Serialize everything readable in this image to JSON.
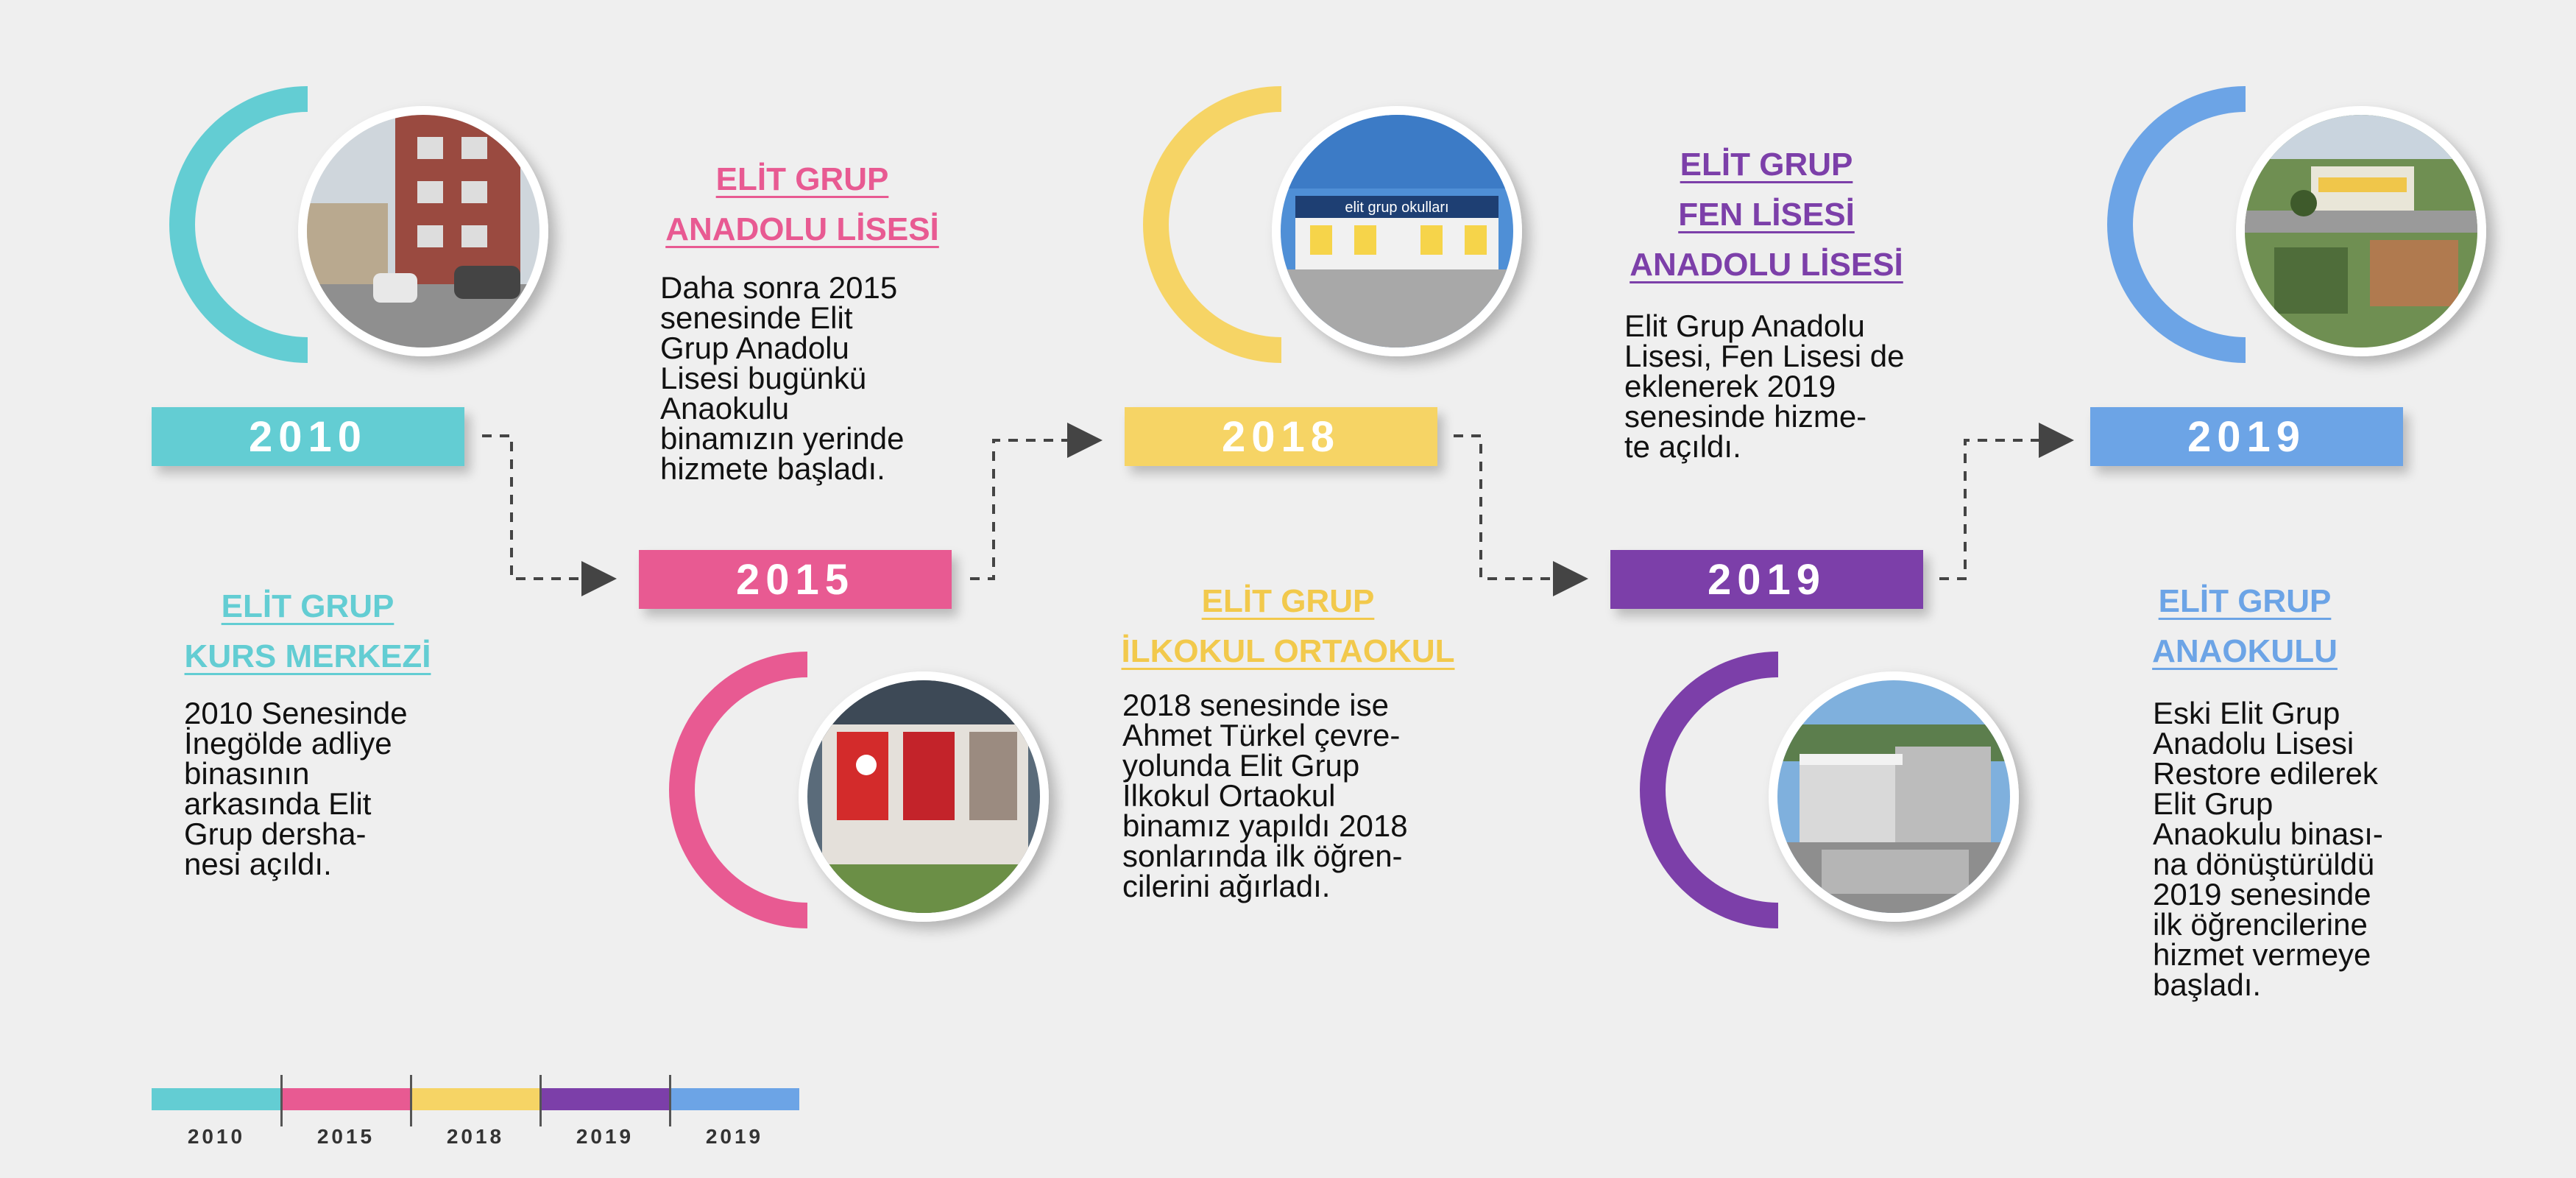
{
  "colors": {
    "teal": "#63CDD3",
    "pink": "#E85A92",
    "yellow": "#F6D465",
    "purple": "#7C3FA9",
    "blue": "#6CA4E6",
    "background": "#EFEFEF"
  },
  "milestones": [
    {
      "year": "2010",
      "heading": [
        "ELİT GRUP",
        "KURS MERKEZİ"
      ],
      "text": [
        "2010 Senesinde",
        "İnegölde adliye",
        "binasının",
        "arkasında Elit",
        "Grup dersha-",
        "nesi açıldı."
      ]
    },
    {
      "year": "2015",
      "heading": [
        "ELİT GRUP",
        "ANADOLU LİSESİ"
      ],
      "text": [
        "Daha sonra 2015",
        "senesinde Elit",
        "Grup Anadolu",
        "Lisesi bugünkü",
        "Anaokulu",
        "binamızın yerinde",
        "hizmete başladı."
      ]
    },
    {
      "year": "2018",
      "heading": [
        "ELİT GRUP",
        "İLKOKUL ORTAOKUL"
      ],
      "text": [
        "2018 senesinde ise",
        "Ahmet Türkel çevre-",
        "yolunda Elit Grup",
        "İlkokul Ortaokul",
        "binamız yapıldı 2018",
        "sonlarında ilk öğren-",
        "cilerini ağırladı."
      ]
    },
    {
      "year": "2019",
      "heading": [
        "ELİT GRUP",
        "FEN LİSESİ",
        "ANADOLU LİSESİ"
      ],
      "text": [
        "Elit Grup Anadolu",
        "Lisesi, Fen Lisesi de",
        "eklenerek 2019",
        "senesinde hizme-",
        "te açıldı."
      ]
    },
    {
      "year": "2019",
      "heading": [
        "ELİT GRUP",
        "ANAOKULU"
      ],
      "text": [
        "Eski Elit Grup",
        "Anadolu Lisesi",
        "Restore edilerek",
        "Elit Grup",
        "Anaokulu binası-",
        "na dönüştürüldü",
        "2019 senesinde",
        "ilk öğrencilerine",
        "hizmet vermeye",
        "başladı."
      ]
    }
  ],
  "photo_sign_text": "elit grup okulları",
  "legend": [
    "2010",
    "2015",
    "2018",
    "2019",
    "2019"
  ]
}
